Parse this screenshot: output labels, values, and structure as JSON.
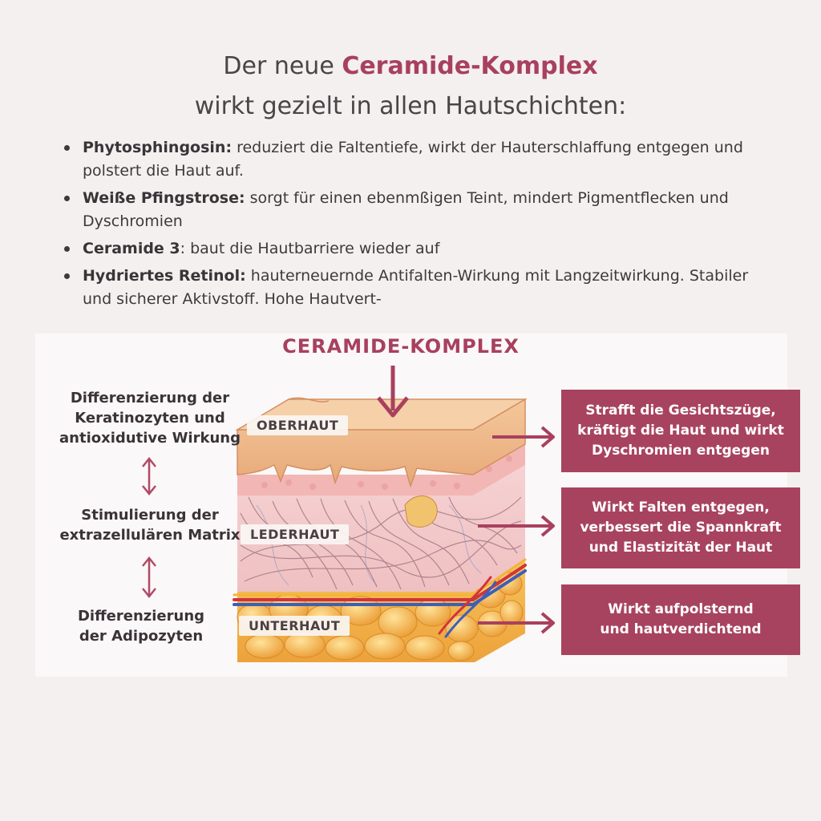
{
  "headline": {
    "prefix": "Der neue ",
    "accent": "Ceramide-Komplex",
    "line2": "wirkt gezielt in allen Hautschichten:"
  },
  "bullets": [
    {
      "term": "Phytosphingosin:",
      "text": " reduziert die Faltentiefe, wirkt der Hauterschlaffung entgegen und polstert die Haut auf."
    },
    {
      "term": "Weiße Pfingstrose:",
      "text": " sorgt für einen ebenmßigen Teint, mindert Pigmentflecken und Dyschromien"
    },
    {
      "term": "Ceramide 3",
      "text": ": baut die Hautbarriere wieder auf"
    },
    {
      "term": "Hydriertes Retinol:",
      "text": " hauterneuernde Antifalten-Wirkung mit Langzeitwirkung. Stabiler und sicherer Aktivstoff. Hohe Hautvert-"
    }
  ],
  "diagram": {
    "title": "CERAMIDE-KOMPLEX",
    "left": {
      "item1_line1": "Differenzierung der",
      "item1_line2": "Keratinozyten und",
      "item1_line3": "antioxidutive Wirkung",
      "item2_line1": "Stimulierung der",
      "item2_line2": "extrazellulären Matrix",
      "item3_line1": "Differenzierung",
      "item3_line2": "der Adipozyten"
    },
    "layers": {
      "top": "OBERHAUT",
      "middle": "LEDERHAUT",
      "bottom": "UNTERHAUT"
    },
    "effects": {
      "box1_line1": "Strafft die Gesichtszüge,",
      "box1_line2": "kräftigt die Haut und wirkt",
      "box1_line3": "Dyschromien entgegen",
      "box2_line1": "Wirkt Falten entgegen,",
      "box2_line2": "verbessert die Spannkraft",
      "box2_line3": "und Elastizität der Haut",
      "box3_line1": "Wirkt aufpolsternd",
      "box3_line2": "und hautverdichtend"
    }
  },
  "colors": {
    "accent": "#a8405e",
    "effect_box": "#a8435f",
    "arrow": "#a8405e",
    "background": "#f4f0ef"
  },
  "icons": {
    "bullet": "bullet-dot-icon",
    "down_arrow": "arrow-down-icon",
    "double_arrow": "double-arrow-icon",
    "right_arrow": "arrow-right-icon"
  }
}
